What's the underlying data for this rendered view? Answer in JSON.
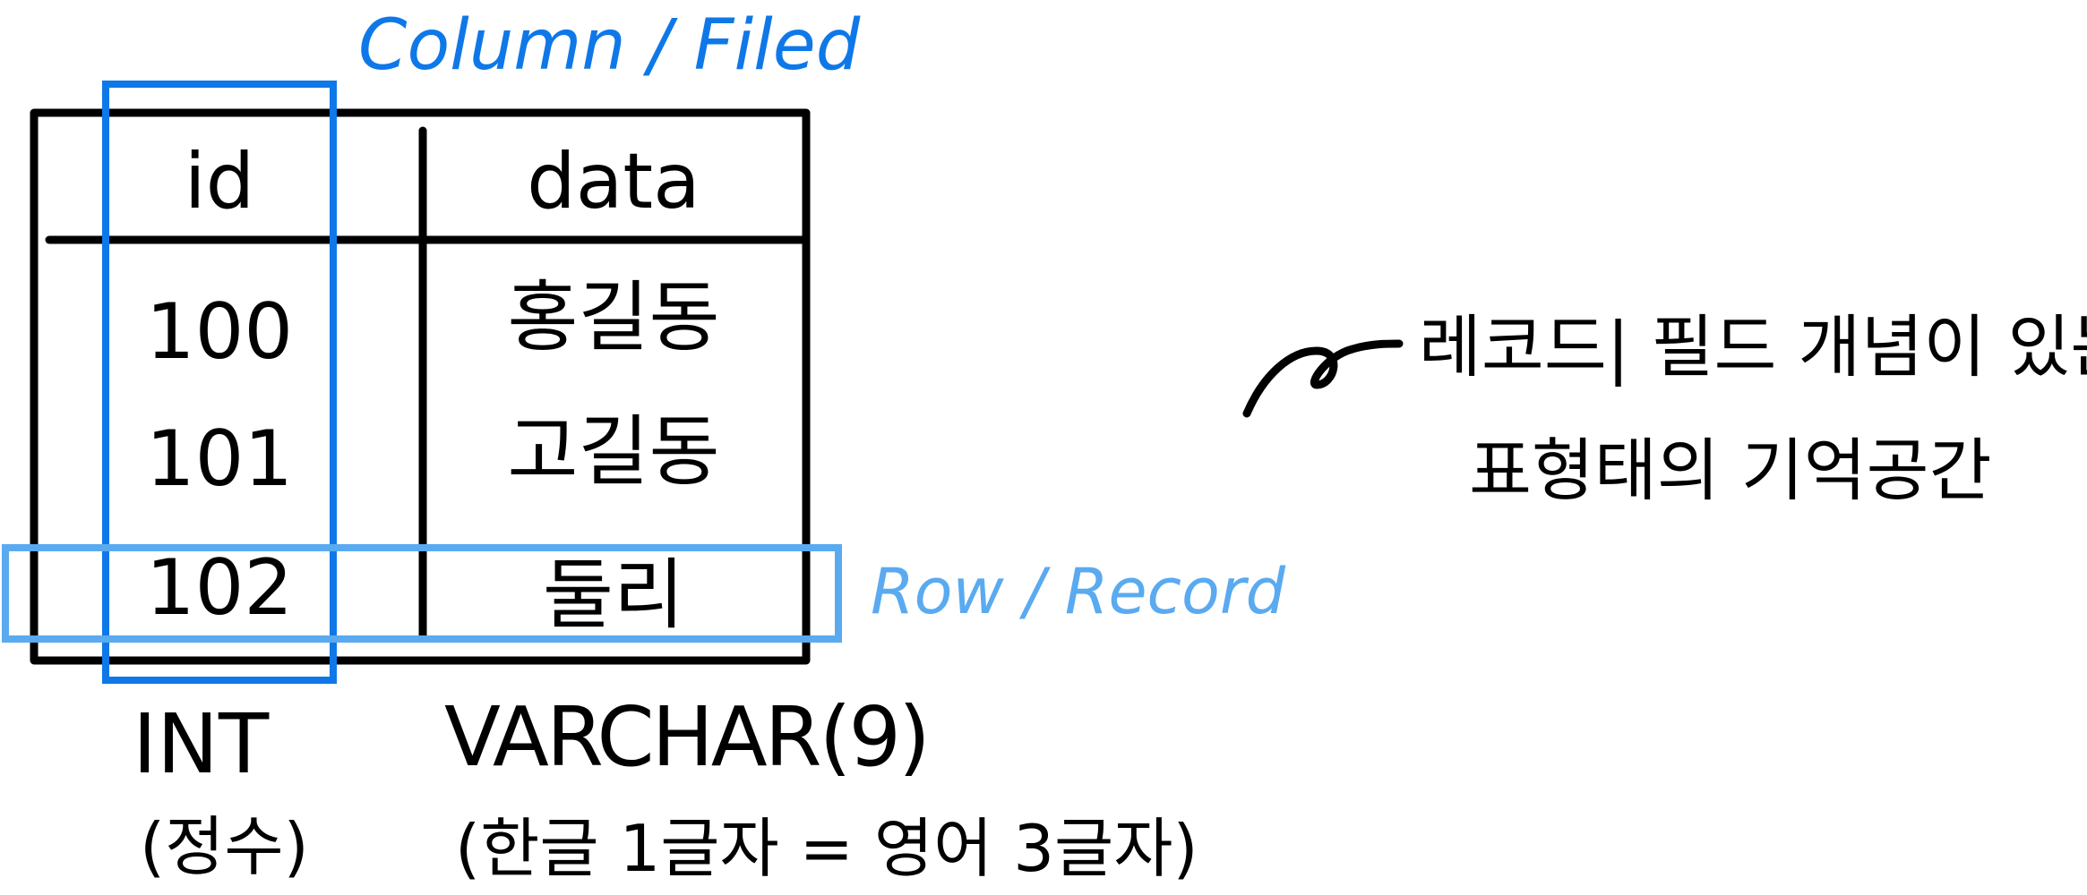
{
  "column_label": "Column / Filed",
  "row_label": "Row / Record",
  "table": {
    "headers": [
      "id",
      "data"
    ],
    "rows": [
      [
        "100",
        "홍길동"
      ],
      [
        "101",
        "고길동"
      ],
      [
        "102",
        "둘리"
      ]
    ]
  },
  "types": {
    "id_type": "INT",
    "id_note": "(정수)",
    "data_type": "VARCHAR(9)",
    "data_note": "(한글 1글자 = 영어 3글자)"
  },
  "annotation": {
    "line1": "레코드| 필드 개념이 있는",
    "line2": "표형태의 기억공간"
  },
  "colors": {
    "column_highlight": "#0f78e8",
    "row_highlight": "#5aaaf0",
    "ink": "#000000"
  }
}
